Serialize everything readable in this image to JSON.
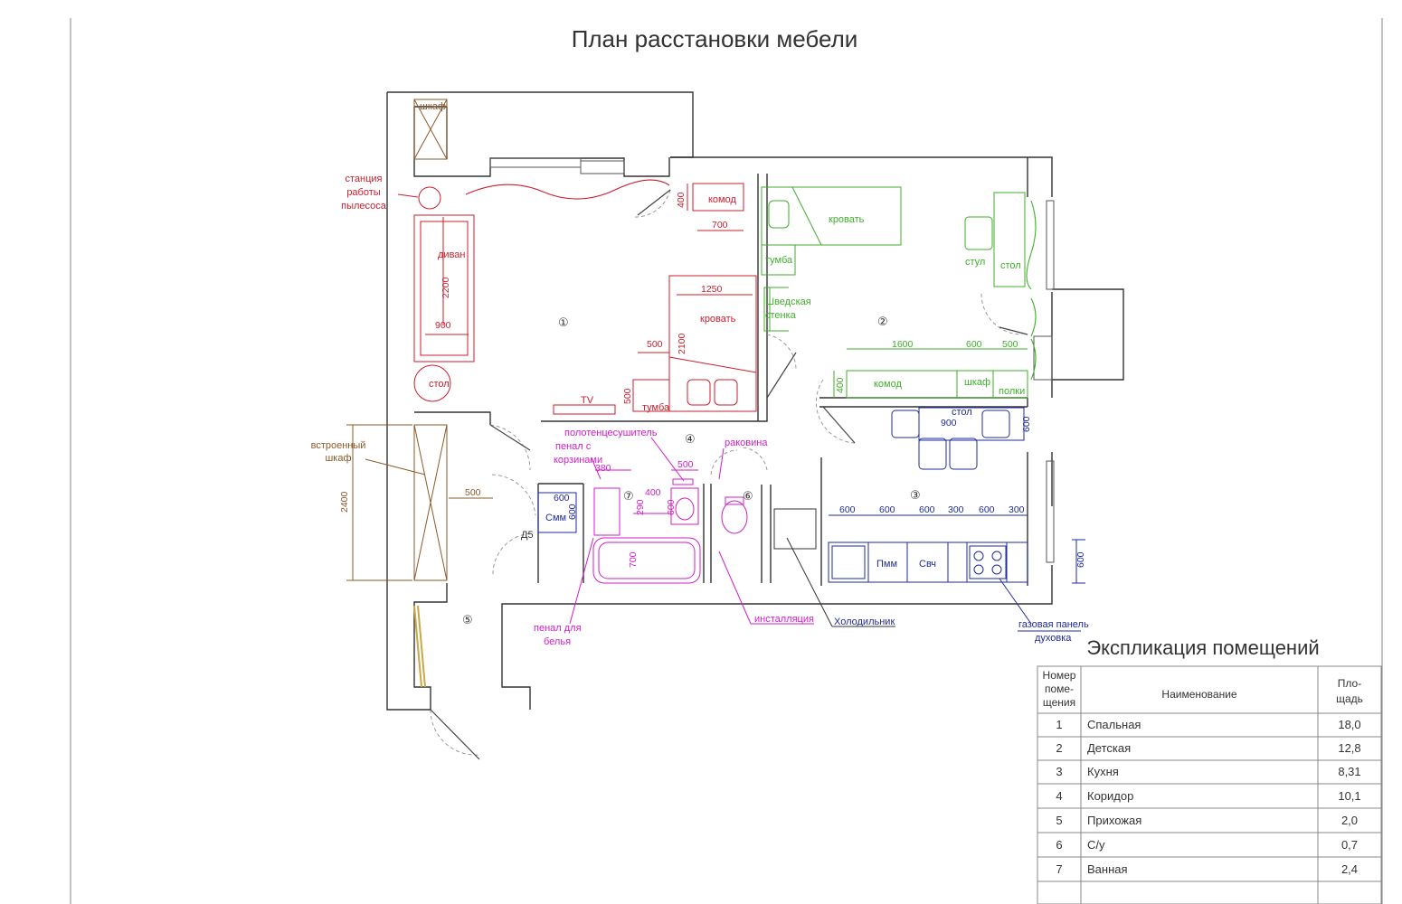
{
  "title": "План расстановки мебели",
  "explication": {
    "title": "Экспликация помещений",
    "headers": {
      "num": [
        "Номер",
        "поме-",
        "щения"
      ],
      "name": "Наименование",
      "area": [
        "Пло-",
        "щадь"
      ]
    },
    "rows": [
      {
        "num": "1",
        "name": "Спальная",
        "area": "18,0"
      },
      {
        "num": "2",
        "name": "Детская",
        "area": "12,8"
      },
      {
        "num": "3",
        "name": "Кухня",
        "area": "8,31"
      },
      {
        "num": "4",
        "name": "Коридор",
        "area": "10,1"
      },
      {
        "num": "5",
        "name": "Прихожая",
        "area": "2,0"
      },
      {
        "num": "6",
        "name": "С/у",
        "area": "0,7"
      },
      {
        "num": "7",
        "name": "Ванная",
        "area": "2,4"
      }
    ]
  },
  "rooms": {
    "r1": "①",
    "r2": "②",
    "r3": "③",
    "r4": "④",
    "r5": "⑤",
    "r6": "⑥",
    "r7": "⑦"
  },
  "labels": {
    "shkaf": "шкаф",
    "station": [
      "станция",
      "работы",
      "пылесоса"
    ],
    "divan": "диван",
    "stol1": "стол",
    "komod1": "комод",
    "krovat1": "кровать",
    "tumba1": "тумба",
    "tv": "TV",
    "krovat2": "кровать",
    "tumba2": "тумба",
    "shved": [
      "Шведская",
      "стенка"
    ],
    "stul": "стул",
    "stol2": "стол",
    "komod2": "комод",
    "shkaf2": "шкаф",
    "polki": "полки",
    "stol3": "стол",
    "builtin": [
      "встроенный",
      "шкаф"
    ],
    "polotence": "полотенцесушитель",
    "penal": [
      "пенал с",
      "корзинами"
    ],
    "rakovina": "раковина",
    "smm": "Смм",
    "d5": "Д5",
    "pmm": "Пмм",
    "svch": "Свч",
    "penal_belya": [
      "пенал для",
      "белья"
    ],
    "installation": "инсталляция",
    "holod": "Холодильник",
    "gas": [
      "газовая панель",
      "духовка"
    ]
  },
  "dims": {
    "d400a": "400",
    "d700a": "700",
    "d2200": "2200",
    "d900a": "900",
    "d1250": "1250",
    "d2100": "2100",
    "d500a": "500",
    "d500b": "500",
    "d1600": "1600",
    "d600a": "600",
    "d500c": "500",
    "d400b": "400",
    "d900b": "900",
    "d600b": "600",
    "d2400": "2400",
    "d500d": "500",
    "d380": "380",
    "d600c": "600",
    "d600d": "600",
    "d400c": "400",
    "d290": "290",
    "d500e": "500",
    "d600e": "600",
    "d700b": "700",
    "k600a": "600",
    "k600b": "600",
    "k600c": "600",
    "k300a": "300",
    "k600d": "600",
    "k300b": "300",
    "d600f": "600"
  },
  "colors": {
    "wall": "#333333",
    "bedroom": "#cc1e2e",
    "kids": "#3fae2a",
    "kitchen": "#1e2b9c",
    "bath": "#d21ec8",
    "entry": "#8b5a2b",
    "hatch": "#c8a84a"
  }
}
